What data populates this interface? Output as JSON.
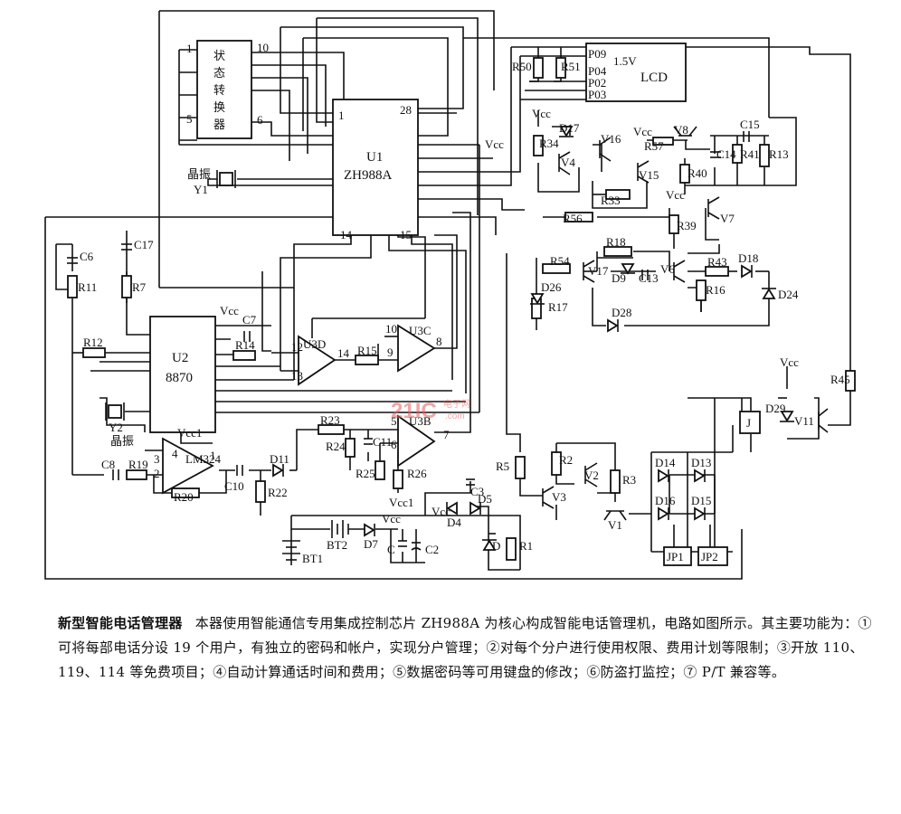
{
  "chips": {
    "u1_name": "U1",
    "u1_model": "ZH988A",
    "u2_name": "U2",
    "u2_model": "8870",
    "state_converter": [
      "状",
      "态",
      "转",
      "换",
      "器"
    ],
    "lcd_label": "LCD",
    "lcd_voltage": "1.5V",
    "lcd_pins": [
      "P09",
      "P04",
      "P02",
      "P03"
    ],
    "lm324": "LM324",
    "opamps": [
      "U3D",
      "U3C",
      "U3B"
    ],
    "crystal_text": "晶振"
  },
  "pin_labels": [
    "1",
    "10",
    "5",
    "6",
    "1",
    "28",
    "14",
    "15",
    "3",
    "4",
    "2",
    "1",
    "12",
    "13",
    "14",
    "10",
    "9",
    "8",
    "5",
    "6",
    "7"
  ],
  "components": {
    "resistors": [
      "R50",
      "R51",
      "R34",
      "R57",
      "R40",
      "R41",
      "R13",
      "R33",
      "R56",
      "R39",
      "R18",
      "R54",
      "R17",
      "R16",
      "R43",
      "R11",
      "R7",
      "R12",
      "R14",
      "R15",
      "R23",
      "R24",
      "R25",
      "R26",
      "R5",
      "R2",
      "R3",
      "R19",
      "R20",
      "R22",
      "R1",
      "R45"
    ],
    "capacitors": [
      "C15",
      "C14",
      "C13",
      "C6",
      "C17",
      "C7",
      "C11",
      "C3",
      "C8",
      "C10",
      "C",
      "C2"
    ],
    "diodes": [
      "D17",
      "D9",
      "D18",
      "D24",
      "D26",
      "D28",
      "D11",
      "D5",
      "D4",
      "D7",
      "D",
      "D14",
      "D13",
      "D16",
      "D15",
      "D29"
    ],
    "transistors": [
      "V16",
      "V4",
      "V8",
      "V15",
      "V7",
      "V17",
      "V6",
      "V2",
      "V3",
      "V1",
      "V11"
    ],
    "crystals": [
      "Y1",
      "Y2"
    ],
    "batteries": [
      "BT1",
      "BT2"
    ],
    "connectors": [
      "JP1",
      "JP2",
      "J"
    ],
    "supply_labels": [
      "Vcc",
      "Vcc",
      "Vcc",
      "Vcc",
      "Vcc",
      "Vcc1",
      "Vcc1",
      "Vcc",
      "Vcc",
      "Vcc"
    ]
  },
  "watermark": {
    "logo": "21IC",
    "cn": "电子网",
    "url": ".com"
  },
  "caption": {
    "title": "新型智能电话管理器",
    "body": "本器使用智能通信专用集成控制芯片 ZH988A 为核心构成智能电话管理机，电路如图所示。其主要功能为：①可将每部电话分设 19 个用户，有独立的密码和帐户，实现分户管理；②对每个分户进行使用权限、费用计划等限制；③开放 110、119、114 等免费项目；④自动计算通话时间和费用；⑤数据密码等可用键盘的修改；⑥防盗打监控；⑦ P/T 兼容等。"
  }
}
